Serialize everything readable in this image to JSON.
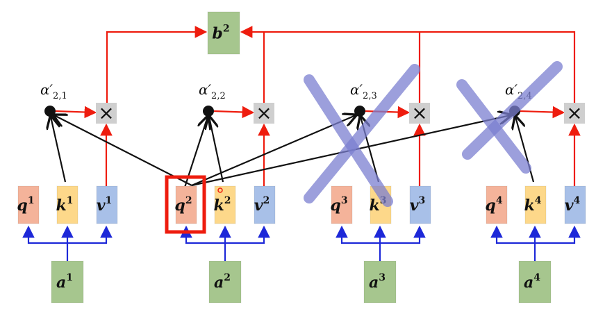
{
  "output": {
    "label": "b",
    "sup": "2"
  },
  "query_highlight_color": "#ee1c0e",
  "colors": {
    "q": "#f4b39a",
    "k": "#fdd88a",
    "v": "#a8c0e8",
    "input": "#a6c68e",
    "output": "#a6c68e",
    "red_arrow": "#ee1c0e",
    "blue_arrow": "#1d28d8",
    "cross_out": "#7b7fd0"
  },
  "groups": [
    {
      "alpha": "α′",
      "alpha_sub": "2,1",
      "q": "q",
      "k": "k",
      "v": "v",
      "a": "a",
      "sup": "1",
      "crossed": false
    },
    {
      "alpha": "α′",
      "alpha_sub": "2,2",
      "q": "q",
      "k": "k",
      "v": "v",
      "a": "a",
      "sup": "2",
      "crossed": false
    },
    {
      "alpha": "α′",
      "alpha_sub": "2,3",
      "q": "q",
      "k": "k",
      "v": "v",
      "a": "a",
      "sup": "3",
      "crossed": true
    },
    {
      "alpha": "α′",
      "alpha_sub": "2,4",
      "q": "q",
      "k": "k",
      "v": "v",
      "a": "a",
      "sup": "4",
      "crossed": true
    }
  ],
  "multiply_symbol": "×"
}
